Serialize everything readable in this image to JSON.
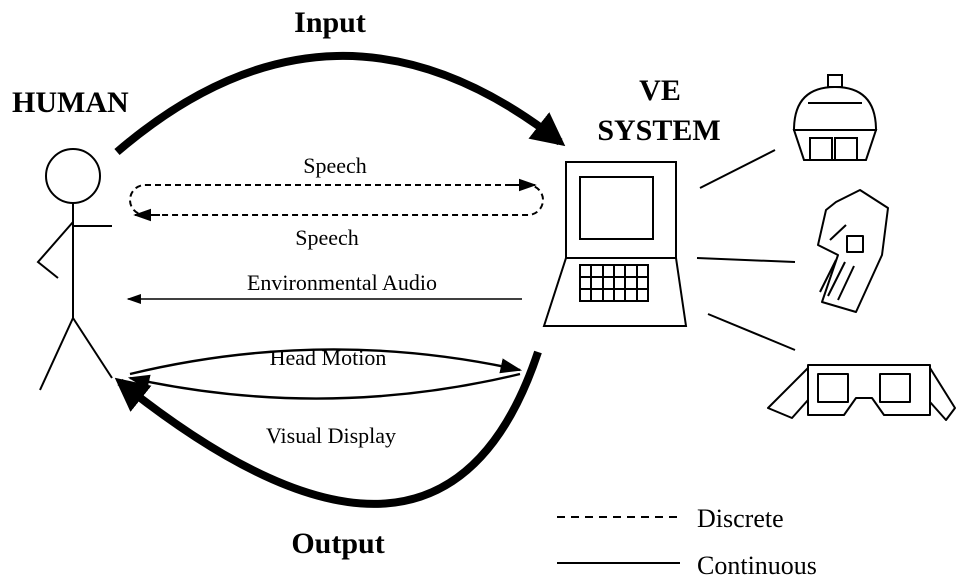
{
  "labels": {
    "input": "Input",
    "output": "Output",
    "human": "HUMAN",
    "ve_line1": "VE",
    "ve_line2": "SYSTEM",
    "speech_top": "Speech",
    "speech_bottom": "Speech",
    "environmental_audio": "Environmental Audio",
    "head_motion": "Head Motion",
    "visual_display": "Visual Display"
  },
  "legend": {
    "discrete": "Discrete",
    "continuous": "Continuous"
  },
  "colors": {
    "ink": "#000000",
    "background": "#ffffff"
  }
}
